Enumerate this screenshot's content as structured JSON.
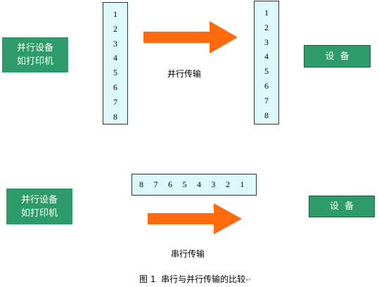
{
  "parallel": {
    "source_device": [
      "并行设备",
      "如打印机"
    ],
    "sender_bits": [
      "1",
      "2",
      "3",
      "4",
      "5",
      "6",
      "7",
      "8"
    ],
    "receiver_bits": [
      "1",
      "2",
      "3",
      "4",
      "5",
      "6",
      "7",
      "8"
    ],
    "transfer_label": "并行传输",
    "target_device": "设  备"
  },
  "serial": {
    "source_device": [
      "并行设备",
      "如打印机"
    ],
    "bits": [
      "8",
      "7",
      "6",
      "5",
      "4",
      "3",
      "2",
      "1"
    ],
    "transfer_label": "串行传输",
    "target_device": "设  备"
  },
  "caption": {
    "text": "图 1  串行与并行传输的比较",
    "paragraph_mark": "↵"
  },
  "colors": {
    "device_box": "#2e9c6a",
    "bit_box": "#ddf8fb",
    "arrow": "#ff6a0e"
  }
}
